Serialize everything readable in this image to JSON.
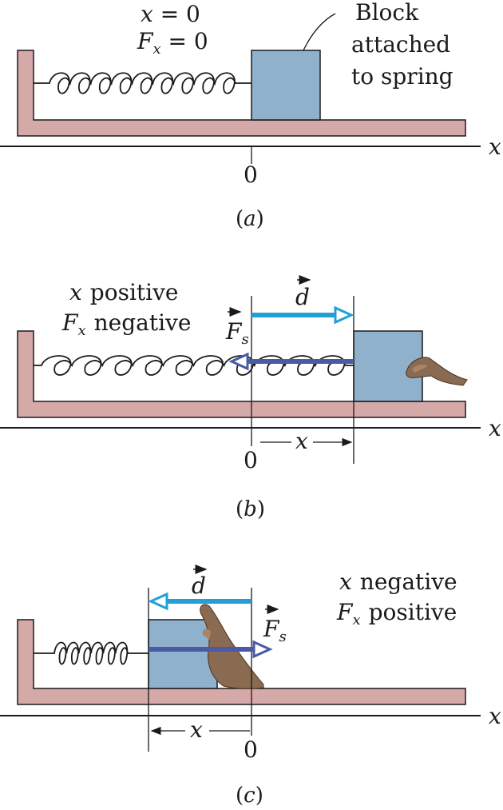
{
  "panel_a": {
    "x_eq": "x = 0",
    "fx_eq_pre": "F",
    "fx_eq_sub": "x",
    "fx_eq_post": " = 0",
    "callout_line1": "Block",
    "callout_line2": "attached",
    "callout_line3": "to spring",
    "axis_label": "x",
    "origin_label": "0",
    "caption": "(a)"
  },
  "panel_b": {
    "line1_var": "x",
    "line1_text": "positive",
    "line2_var": "F",
    "line2_sub": "x",
    "line2_text": "negative",
    "d_label": "d",
    "fs_label": "F",
    "fs_sub": "s",
    "disp_label": "x",
    "axis_label": "x",
    "origin_label": "0",
    "caption": "(b)"
  },
  "panel_c": {
    "line1_var": "x",
    "line1_text": "negative",
    "line2_var": "F",
    "line2_sub": "x",
    "line2_text": "positive",
    "d_label": "d",
    "fs_label": "F",
    "fs_sub": "s",
    "disp_label": "x",
    "axis_label": "x",
    "origin_label": "0",
    "caption": "(c)"
  },
  "colors": {
    "wall_floor": "#d6a9a9",
    "block": "#8fb1cc",
    "displacement_arrow": "#22a0d6",
    "force_arrow": "#4a5aa6"
  }
}
